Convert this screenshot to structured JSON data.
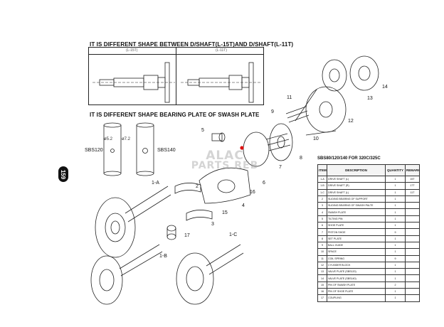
{
  "page_number": "159",
  "section1": {
    "heading": "IT IS DIFFERENT SHAPE BETWEEN D/SHAFT(L-15T)AND D/SHAFT(L-11T)",
    "left_label": "(L-15T)",
    "right_label": "(L-11T)"
  },
  "section2": {
    "heading": "IT IS DIFFERENT SHAPE BEARING PLATE OF SWASH PLATE",
    "left_label": "SBS120",
    "right_label": "SBS140",
    "left_dia": "ø5.2",
    "right_dia": "ø7.2"
  },
  "watermark": {
    "line1": "ALAC",
    "line2": "PARTS REB"
  },
  "callouts": [
    "1-A",
    "1-B",
    "1-C",
    "2",
    "3",
    "4",
    "5",
    "6",
    "7",
    "8",
    "9",
    "10",
    "11",
    "12",
    "13",
    "14",
    "15",
    "16",
    "17"
  ],
  "table": {
    "title": "SBS80/120/140 FOR 320C/325C",
    "headers": [
      "ITEM",
      "DESCRIPTION",
      "QUANTITY",
      "REMARK"
    ],
    "rows": [
      [
        "1-A",
        "DRIVE SHAFT (L)",
        "1",
        "15T"
      ],
      [
        "1-B",
        "DRIVE SHAFT (R)",
        "1",
        "17T"
      ],
      [
        "1-C",
        "DRIVE SHAFT (L)",
        "1",
        "11T"
      ],
      [
        "2",
        "SLIDING BEARING OF SUPPORT",
        "1",
        ""
      ],
      [
        "3",
        "SLIDING BEARING OF SWASH PALTE",
        "1",
        ""
      ],
      [
        "4",
        "SWASH PLATE",
        "1",
        ""
      ],
      [
        "5",
        "TILTING PIN",
        "1",
        ""
      ],
      [
        "6",
        "SHOE PLATE",
        "1",
        ""
      ],
      [
        "7",
        "PISTON SHOE",
        "9",
        ""
      ],
      [
        "8",
        "SET PLATE",
        "1",
        ""
      ],
      [
        "9",
        "BALL GUIDE",
        "1",
        ""
      ],
      [
        "10",
        "SPACE",
        "1",
        ""
      ],
      [
        "11",
        "COIL SPRING",
        "9",
        ""
      ],
      [
        "12",
        "CYLINDER BLOCK",
        "1",
        ""
      ],
      [
        "13",
        "VALVE PLATE (SBS120)",
        "1",
        ""
      ],
      [
        "14",
        "VALVE PLATE (SBS140)",
        "1",
        ""
      ],
      [
        "15",
        "PIN OF SWASH PLATE",
        "2",
        ""
      ],
      [
        "16",
        "PIN OF SHOE PLATE",
        "1",
        ""
      ],
      [
        "17",
        "COUPLING",
        "1",
        ""
      ]
    ]
  }
}
